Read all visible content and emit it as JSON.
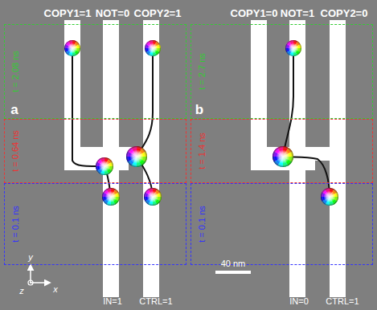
{
  "diagram": {
    "nodes": [
      {
        "text": [
          "t = 2.08 ns"
        ]
      },
      {
        "text": [
          "t = 0.64 ns"
        ]
      },
      {
        "text": [
          "t = 0.1 ns"
        ]
      },
      {
        "text": [
          "t = 2.7 ns"
        ]
      },
      {
        "text": [
          "t = 1.4 ns"
        ]
      },
      {
        "text": [
          "t = 0.1 ns"
        ]
      }
    ],
    "labels": [
      "COPY1=1",
      "NOT=0",
      "COPY2=1",
      "COPY1=0",
      "NOT=1",
      "COPY2=0",
      "a",
      "b",
      "IN=1",
      "CTRL=1",
      "IN=0",
      "CTRL=1",
      "y",
      "z",
      "x",
      "40 nm"
    ]
  }
}
